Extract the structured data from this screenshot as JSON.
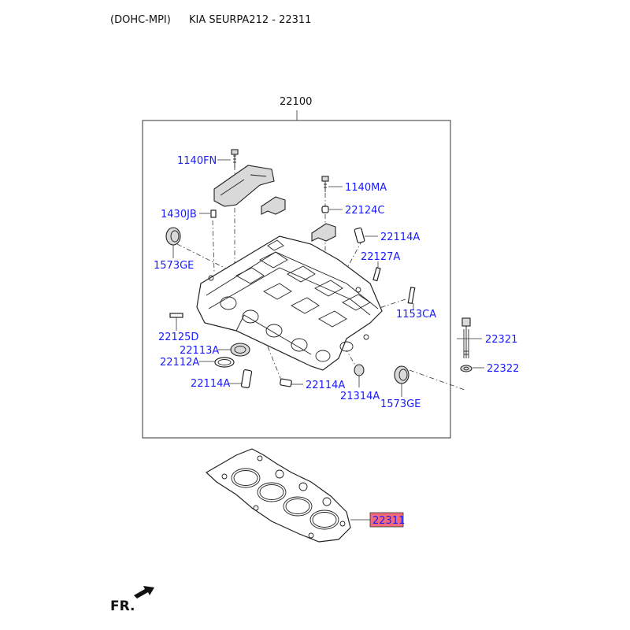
{
  "header": {
    "engine": "(DOHC-MPI)",
    "vehicle": "KIA SEURPA212 - 22311"
  },
  "assembly_label": "22100",
  "labels": {
    "p1140fn": "1140FN",
    "p1140ma": "1140MA",
    "p1430jb": "1430JB",
    "p22124c": "22124C",
    "p22114a_top": "22114A",
    "p1573ge_left": "1573GE",
    "p22127a": "22127A",
    "p1153ca": "1153CA",
    "p22125d": "22125D",
    "p22321": "22321",
    "p22113a": "22113A",
    "p22112a": "22112A",
    "p22322": "22322",
    "p22114a_left": "22114A",
    "p22114a_mid": "22114A",
    "p21314a": "21314A",
    "p1573ge_right": "1573GE"
  },
  "highlight": {
    "label": "22311",
    "color": "#f26a7a"
  },
  "footer": {
    "direction": "FR."
  },
  "colors": {
    "label_blue": "#1a1aff",
    "highlight_red": "#f26a7a"
  }
}
